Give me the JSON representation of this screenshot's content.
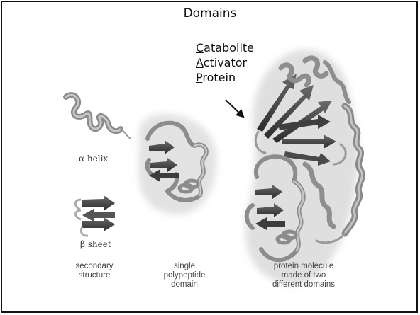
{
  "slide": {
    "title": "Domains",
    "protein_name": {
      "line1_initial": "C",
      "line1_rest": "atabolite",
      "line2_initial": "A",
      "line2_rest": "ctivator",
      "line3_initial": "P",
      "line3_rest": "rotein"
    },
    "structure_labels": {
      "alpha_helix": "α helix",
      "beta_sheet": "β sheet"
    },
    "captions": {
      "secondary": [
        "secondary",
        "structure"
      ],
      "single": [
        "single",
        "polypeptide",
        "domain"
      ],
      "molecule": [
        "protein molecule",
        "made of two",
        "different domains"
      ]
    }
  }
}
